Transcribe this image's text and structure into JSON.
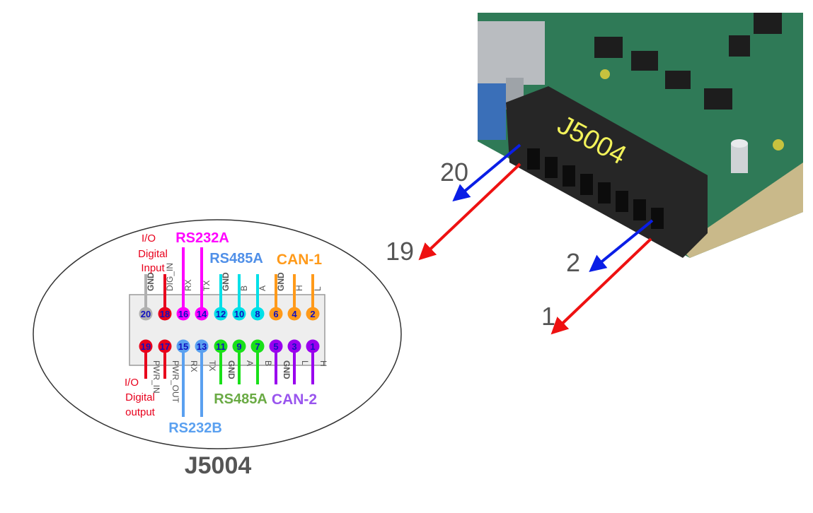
{
  "title": "J5004",
  "board_label": "J5004",
  "callouts": {
    "pin20": "20",
    "pin19": "19",
    "pin2": "2",
    "pin1": "1"
  },
  "groups": {
    "io_input": [
      "I/O",
      "Digital",
      "Input"
    ],
    "io_output": [
      "I/O",
      "Digital",
      "output"
    ],
    "rs232a": "RS232A",
    "rs232b": "RS232B",
    "rs485a_top": "RS485A",
    "rs485a_bottom": "RS485A",
    "can1": "CAN-1",
    "can2": "CAN-2"
  },
  "top_pins": [
    {
      "num": "20",
      "label": "GND",
      "color": "#b0b0b0"
    },
    {
      "num": "18",
      "label": "DIG_IN",
      "color": "#e8001c"
    },
    {
      "num": "16",
      "label": "RX",
      "color": "#ff00ff"
    },
    {
      "num": "14",
      "label": "TX",
      "color": "#ff00ff"
    },
    {
      "num": "12",
      "label": "GND",
      "color": "#00e0e8"
    },
    {
      "num": "10",
      "label": "B",
      "color": "#00e0e8"
    },
    {
      "num": "8",
      "label": "A",
      "color": "#00e0e8"
    },
    {
      "num": "6",
      "label": "GND",
      "color": "#ff9a1a"
    },
    {
      "num": "4",
      "label": "H",
      "color": "#ff9a1a"
    },
    {
      "num": "2",
      "label": "L",
      "color": "#ff9a1a"
    }
  ],
  "bottom_pins": [
    {
      "num": "19",
      "label": "PWR_IN",
      "color": "#e8001c"
    },
    {
      "num": "17",
      "label": "PWR_OUT",
      "color": "#e8001c"
    },
    {
      "num": "15",
      "label": "RX",
      "color": "#5aa0f0"
    },
    {
      "num": "13",
      "label": "TX",
      "color": "#5aa0f0"
    },
    {
      "num": "11",
      "label": "GND",
      "color": "#19e019"
    },
    {
      "num": "9",
      "label": "A",
      "color": "#19e019"
    },
    {
      "num": "7",
      "label": "B",
      "color": "#19e019"
    },
    {
      "num": "5",
      "label": "GND",
      "color": "#9900ee"
    },
    {
      "num": "3",
      "label": "L",
      "color": "#9900ee"
    },
    {
      "num": "1",
      "label": "H",
      "color": "#9900ee"
    }
  ],
  "colors": {
    "io": "#e8001c",
    "rs232a": "#ff00ff",
    "rs232b": "#5aa0f0",
    "rs485a_top": "#4f8fe8",
    "rs485a_bottom": "#6aaa44",
    "can1": "#ff9a1a",
    "can2": "#9955ee",
    "pin_number": "#1010c0",
    "arrow_blue": "#0a1ee6",
    "arrow_red": "#ee1111",
    "board_green": "#2f7a57",
    "board_label": "#f2f25a",
    "title": "#555555"
  }
}
